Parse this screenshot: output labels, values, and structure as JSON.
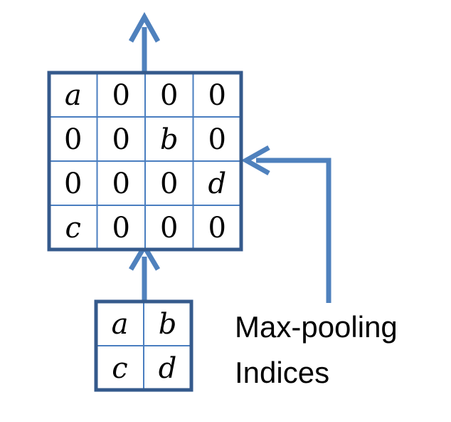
{
  "diagram": {
    "unpooled_grid": {
      "rows": [
        [
          "a",
          "0",
          "0",
          "0"
        ],
        [
          "0",
          "0",
          "b",
          "0"
        ],
        [
          "0",
          "0",
          "0",
          "d"
        ],
        [
          "c",
          "0",
          "0",
          "0"
        ]
      ]
    },
    "pooled_grid": {
      "rows": [
        [
          "a",
          "b"
        ],
        [
          "c",
          "d"
        ]
      ]
    },
    "caption": {
      "line1": "Max-pooling",
      "line2": "Indices"
    },
    "colors": {
      "grid_border": "#355a8c",
      "grid_line": "#4a7ec0",
      "arrow": "#4f81bd"
    }
  }
}
